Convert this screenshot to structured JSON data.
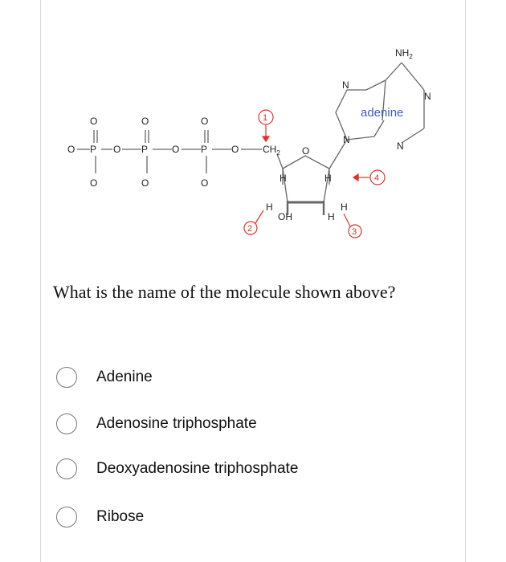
{
  "figure": {
    "labels": {
      "o1": "O",
      "o2": "O",
      "o3": "O",
      "minus_o_left": "O",
      "o_neg1": "O",
      "o_neg2": "O",
      "o_neg3": "O",
      "p1": "P",
      "p2": "P",
      "p3": "P",
      "bridge1": "O",
      "bridge2": "O",
      "bridge3": "O",
      "ch2": "CH",
      "ch2_sub": "2",
      "ring_o": "O",
      "h_ring_left": "H",
      "h_ring_right": "H",
      "h_low_left": "H",
      "h_low_right": "H",
      "h_low_right2": "H",
      "oh": "OH",
      "n_top": "N",
      "n_mid": "N",
      "n_right": "N",
      "n_bottom": "N",
      "nh2": "NH",
      "nh2_sub": "2",
      "adenine": "adenine",
      "marker1": "1",
      "marker2": "2",
      "marker3": "3",
      "marker4": "4"
    },
    "accent_color": "#d9342b",
    "adenine_color": "#3b63b8"
  },
  "question": {
    "text": "What is the name of the molecule shown above?"
  },
  "options": [
    {
      "label": "Adenine"
    },
    {
      "label": "Adenosine triphosphate"
    },
    {
      "label": "Deoxyadenosine triphosphate"
    },
    {
      "label": "Ribose"
    }
  ]
}
